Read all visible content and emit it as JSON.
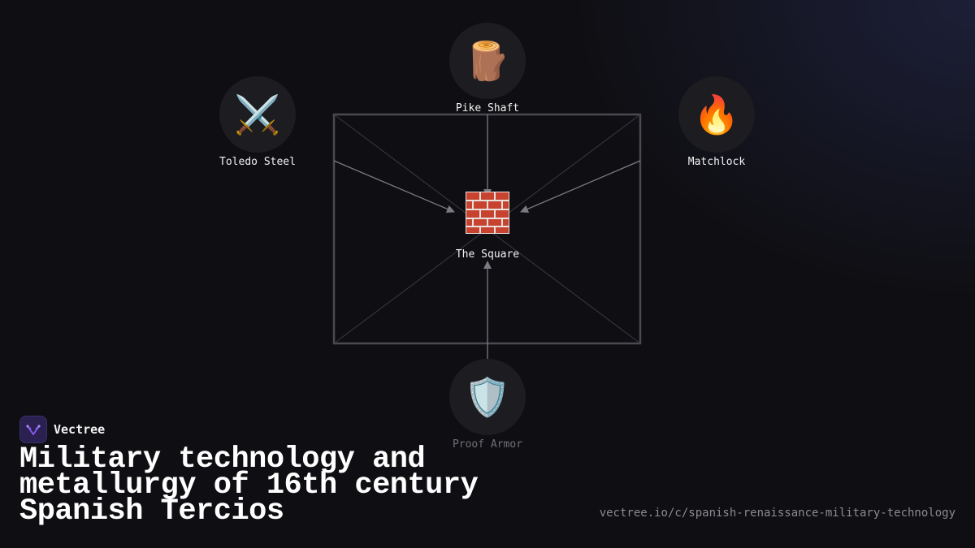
{
  "diagram": {
    "center": {
      "label": "The Square",
      "icon": "brick-wall-icon"
    },
    "inputs": [
      {
        "id": "pike",
        "label": "Pike Shaft",
        "icon": "wood-log-icon",
        "glyph": "🪵"
      },
      {
        "id": "steel",
        "label": "Toledo Steel",
        "icon": "crossed-swords-icon",
        "glyph": "⚔️"
      },
      {
        "id": "matchlock",
        "label": "Matchlock",
        "icon": "fire-icon",
        "glyph": "🔥"
      },
      {
        "id": "armor",
        "label": "Proof Armor",
        "icon": "shield-icon",
        "glyph": "🛡️"
      }
    ]
  },
  "brand": {
    "name": "Vectree",
    "accent": "#8b5cf6"
  },
  "title": "Military technology and metallurgy of 16th century Spanish Tercios",
  "url": "vectree.io/c/spanish-renaissance-military-technology",
  "colors": {
    "background": "#0f0f13",
    "node_fill": "#1c1c21",
    "edge": "#7a7a80",
    "frame": "#4a4a50"
  }
}
